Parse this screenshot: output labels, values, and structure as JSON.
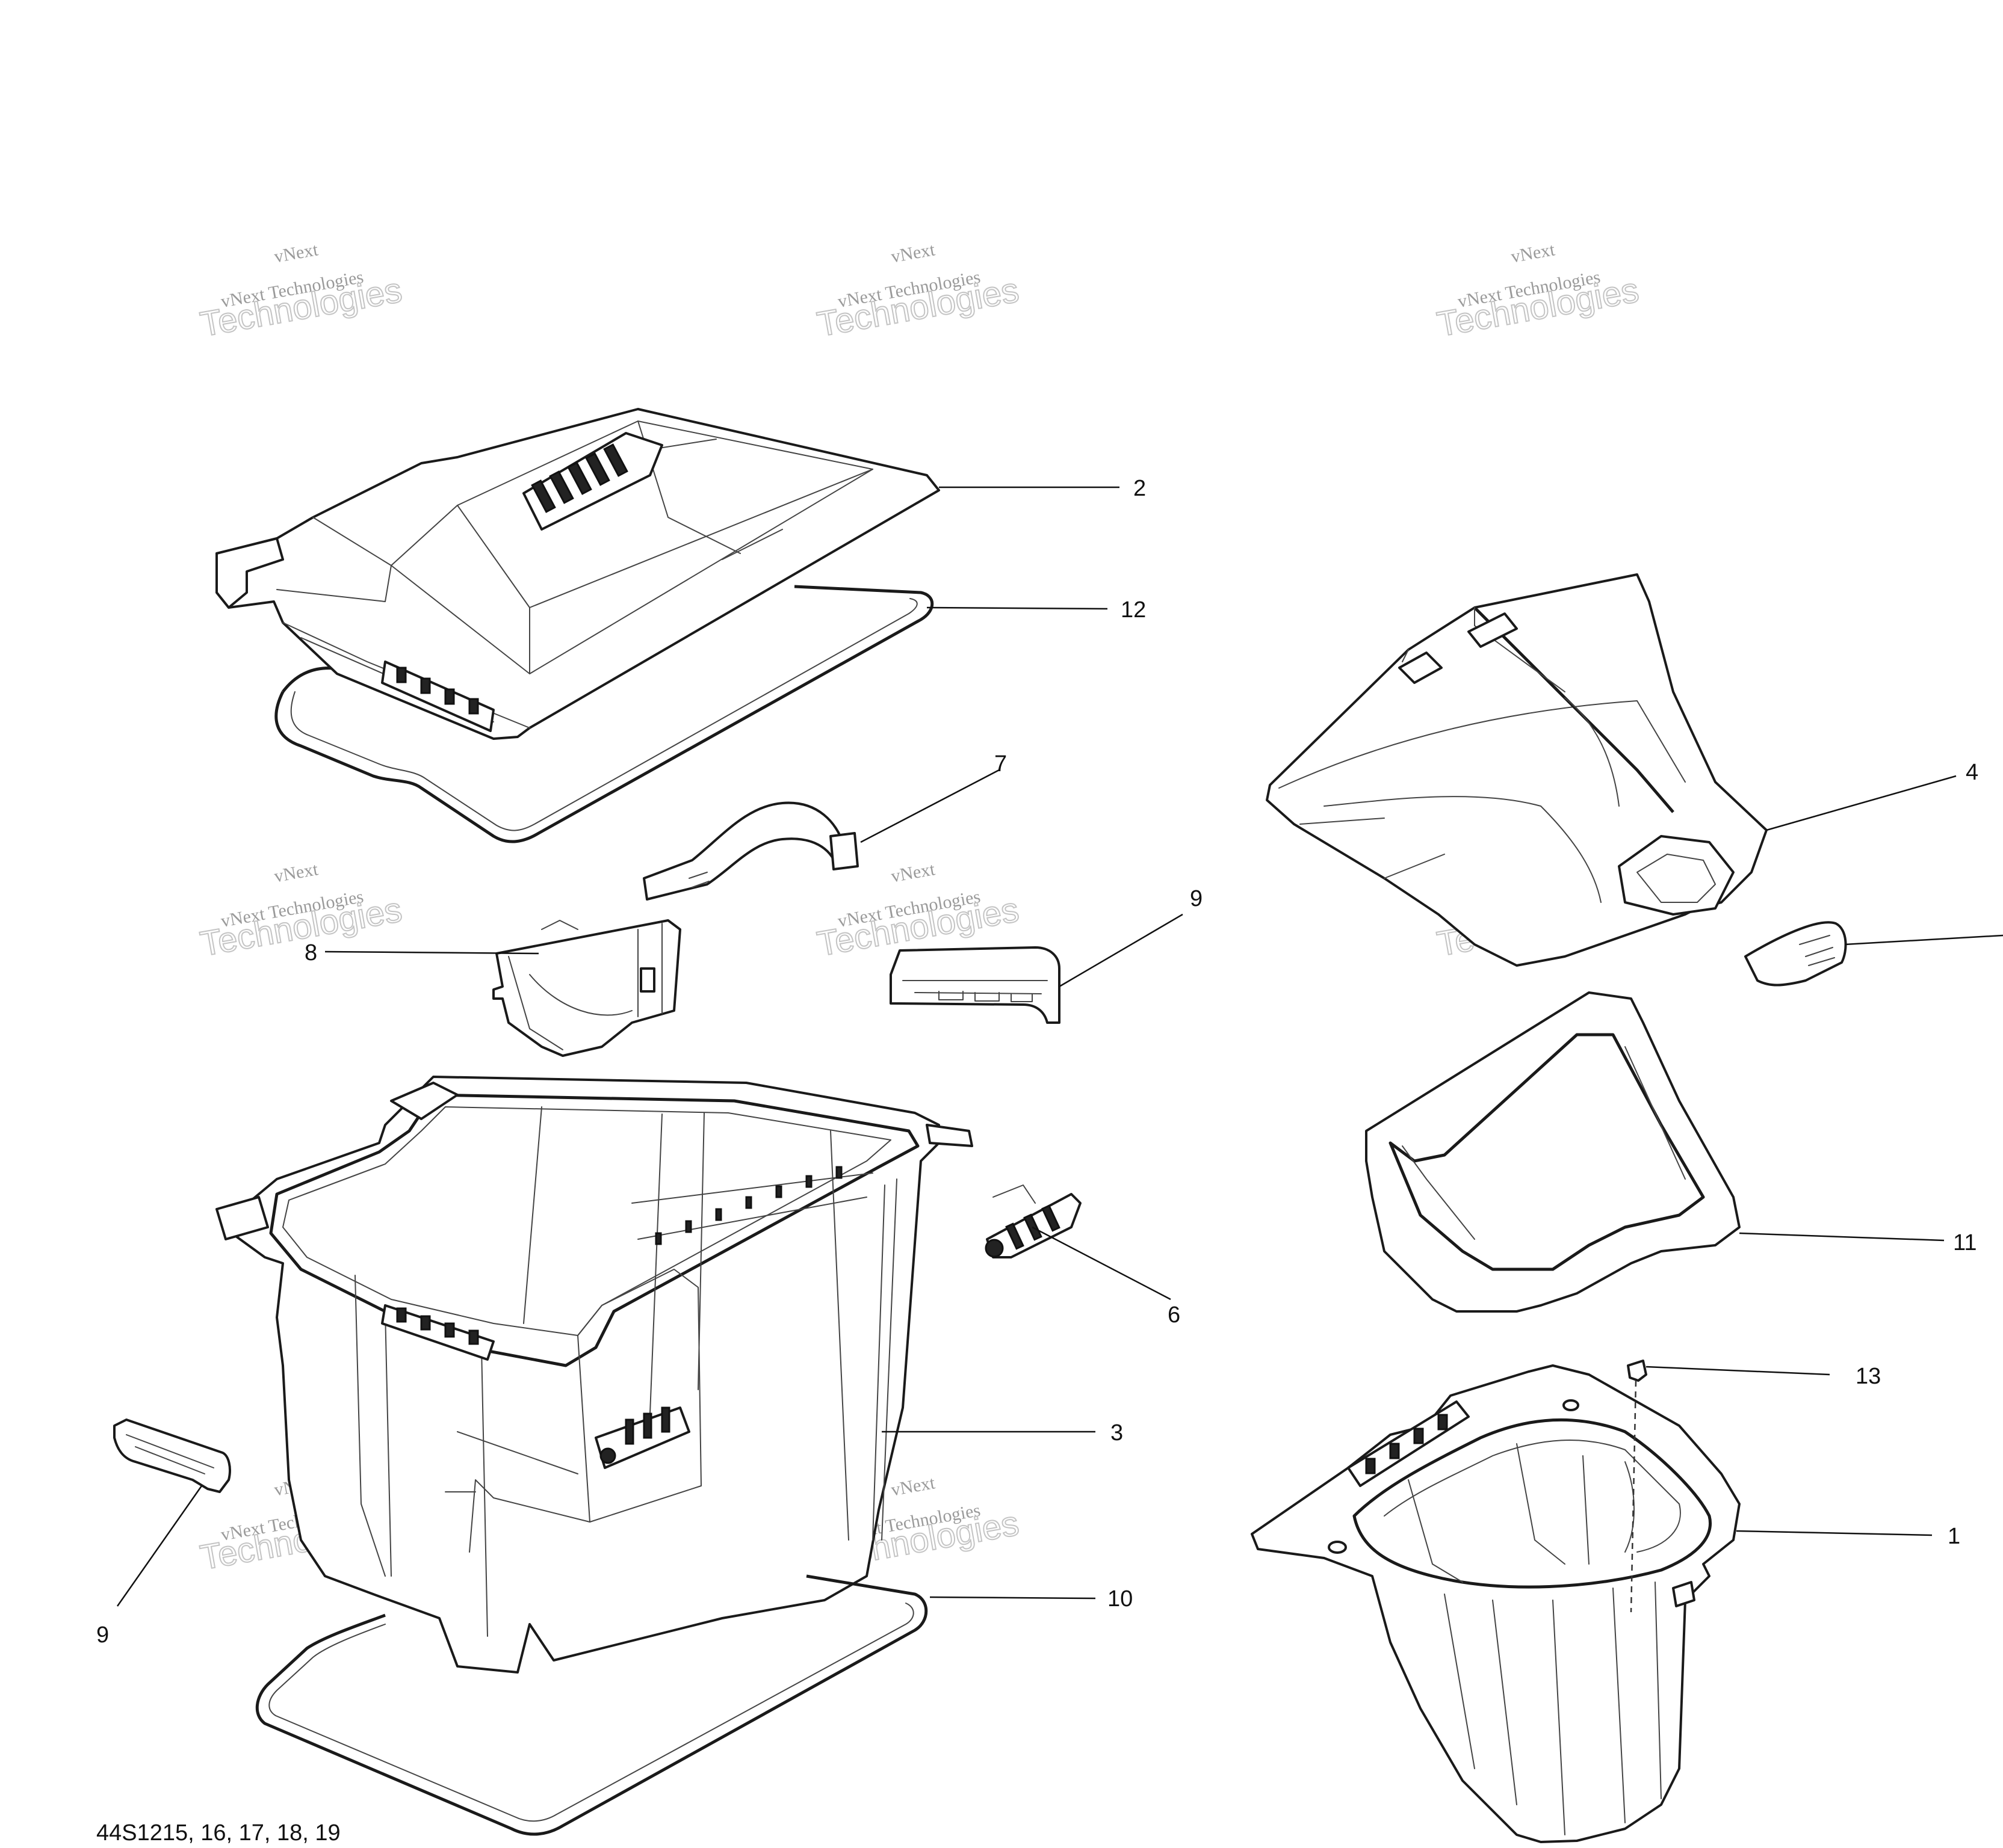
{
  "callouts": {
    "c1": "1",
    "c2": "2",
    "c3": "3",
    "c4": "4",
    "c6": "6",
    "c7": "7",
    "c8": "8",
    "c9a": "9",
    "c9b": "9",
    "c10": "10",
    "c11": "11",
    "c12": "12",
    "c13": "13"
  },
  "watermark": {
    "line1": "vNext",
    "line2": "vNext Technologies",
    "line3": "Technologies"
  },
  "reference_code": "44S1215, 16, 17, 18, 19",
  "colors": {
    "line": "#1a1a1a",
    "watermark": "#b0b0b0",
    "background": "#ffffff"
  }
}
